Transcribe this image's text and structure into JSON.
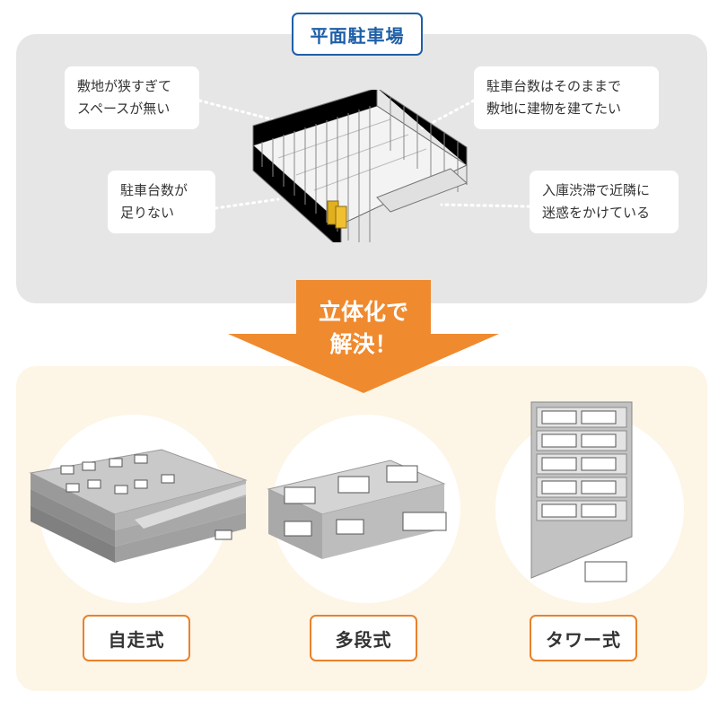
{
  "title": "平面駐車場",
  "problems": [
    {
      "line1": "敷地が狭すぎて",
      "line2": "スペースが無い"
    },
    {
      "line1": "駐車台数が",
      "line2": "足りない"
    },
    {
      "line1": "駐車台数はそのままで",
      "line2": "敷地に建物を建てたい"
    },
    {
      "line1": "入庫渋滞で近隣に",
      "line2": "迷惑をかけている"
    }
  ],
  "arrow": {
    "line1": "立体化で",
    "line2": "解決！",
    "color": "#ef8a2e"
  },
  "solutions": [
    {
      "label": "自走式"
    },
    {
      "label": "多段式"
    },
    {
      "label": "タワー式"
    }
  ],
  "colors": {
    "title_border": "#1f5fa8",
    "label_border": "#e8822c",
    "top_panel": "#e6e6e6",
    "bottom_panel": "#fdf5e6"
  }
}
